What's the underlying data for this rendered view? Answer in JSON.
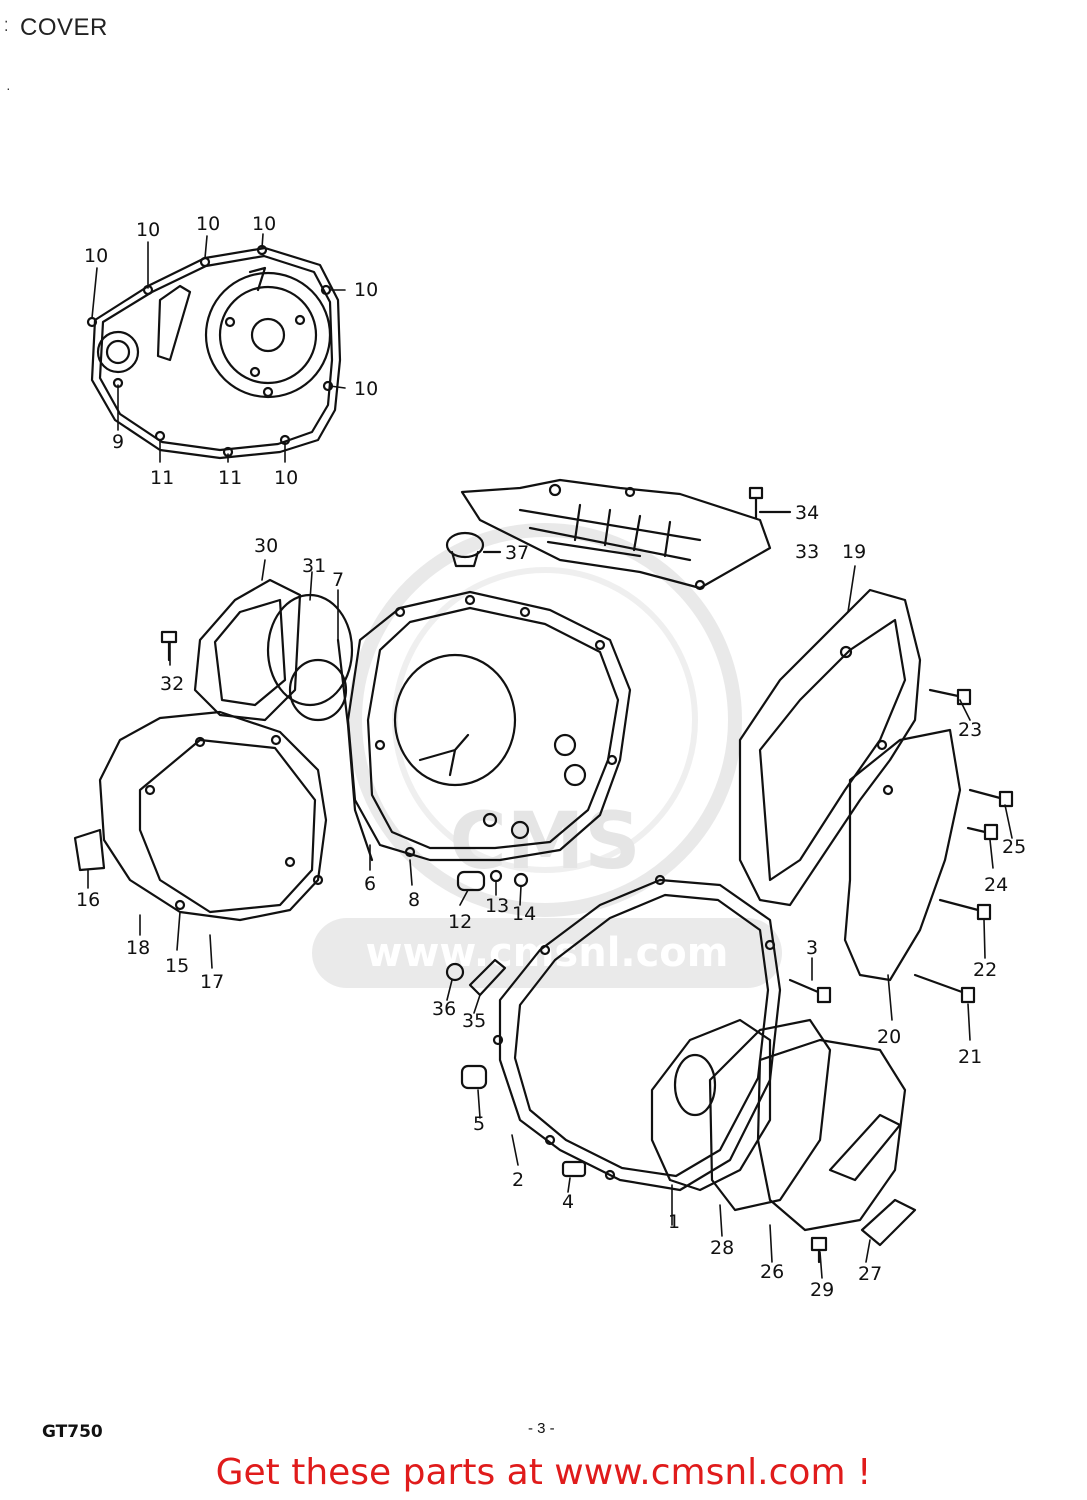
{
  "header": {
    "title": "COVER"
  },
  "footer": {
    "model": "GT750",
    "page": "- 3 -",
    "promo": "Get these parts at www.cmsnl.com !"
  },
  "watermark": {
    "text": "www.cmsnl.com",
    "logo": "CMS"
  },
  "callouts": [
    "10",
    "10",
    "10",
    "10",
    "10",
    "10",
    "10",
    "9",
    "11",
    "11",
    "10",
    "34",
    "37",
    "33",
    "30",
    "31",
    "7",
    "19",
    "32",
    "23",
    "25",
    "24",
    "6",
    "8",
    "12",
    "13",
    "14",
    "16",
    "18",
    "15",
    "17",
    "3",
    "22",
    "36",
    "35",
    "20",
    "21",
    "5",
    "2",
    "4",
    "1",
    "28",
    "26",
    "29",
    "27"
  ],
  "colors": {
    "ink": "#111111",
    "promo": "#e01b1b",
    "watermark": "#d0d0d0"
  }
}
